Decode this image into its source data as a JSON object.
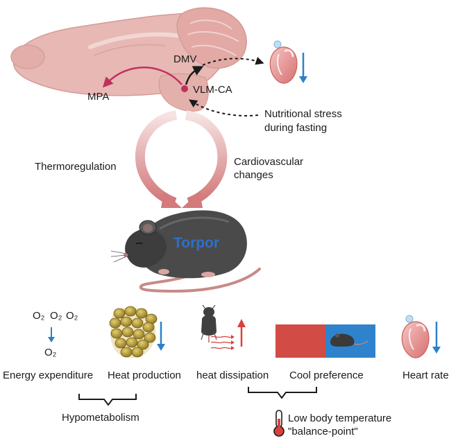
{
  "brain": {
    "dmv": "DMV",
    "mpa": "MPA",
    "vlm_ca": "VLM-CA",
    "nutritional_stress_line1": "Nutritional stress",
    "nutritional_stress_line2": "during fasting"
  },
  "pathways": {
    "thermoregulation": "Thermoregulation",
    "cardiovascular_line1": "Cardiovascular",
    "cardiovascular_line2": "changes"
  },
  "center": {
    "torpor": "Torpor"
  },
  "effects": {
    "oxygen_top": [
      "O₂",
      "O₂",
      "O₂"
    ],
    "oxygen_bottom": "O₂",
    "energy_expenditure": "Energy expenditure",
    "heat_production": "Heat production",
    "heat_dissipation": "heat dissipation",
    "cool_preference": "Cool preference",
    "heart_rate": "Heart rate"
  },
  "groups": {
    "hypometabolism": "Hypometabolism",
    "low_body_temp_line1": "Low body temperature",
    "low_body_temp_line2": "\"balance-point\""
  },
  "colors": {
    "brain_fill": "#e7b8b4",
    "brain_stroke": "#d49a95",
    "pathway_magenta": "#c0315e",
    "arrow_gradient_top": "#f3d9d9",
    "arrow_gradient_bottom": "#d47a7c",
    "down_arrow_blue": "#2f7fc8",
    "up_arrow_red": "#d8423e",
    "warm_block": "#d24b45",
    "cool_block": "#2f83cc",
    "mouse_body": "#4a4a4a",
    "mouse_tail": "#c88a86",
    "torpor_text": "#2f6fc8",
    "fat_cell": "#a38a2a"
  }
}
